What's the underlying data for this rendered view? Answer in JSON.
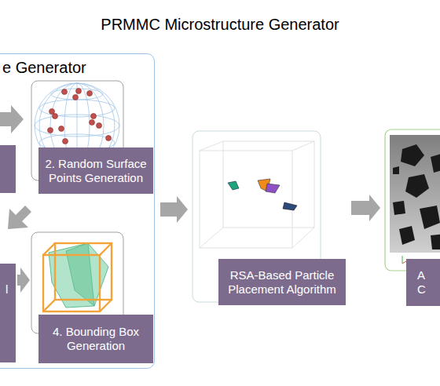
{
  "diagram": {
    "title": "PRMMC Microstructure Generator",
    "nodes": [
      {
        "text": [
          "e Generator"
        ]
      },
      {
        "text": [
          "2. Random Surface Points Generation"
        ],
        "in": 0
      },
      {
        "text": [
          "4. Bounding Box Generation"
        ],
        "in": 0
      },
      {
        "text": [
          "RSA-Based Particle Placement Algorithm"
        ]
      },
      {
        "text": [
          "A C"
        ]
      }
    ],
    "edges": [
      {
        "from": 0,
        "to": 3,
        "arrow": "to"
      },
      {
        "from": 3,
        "to": 4,
        "arrow": "to"
      }
    ],
    "labels": [
      "l"
    ]
  }
}
